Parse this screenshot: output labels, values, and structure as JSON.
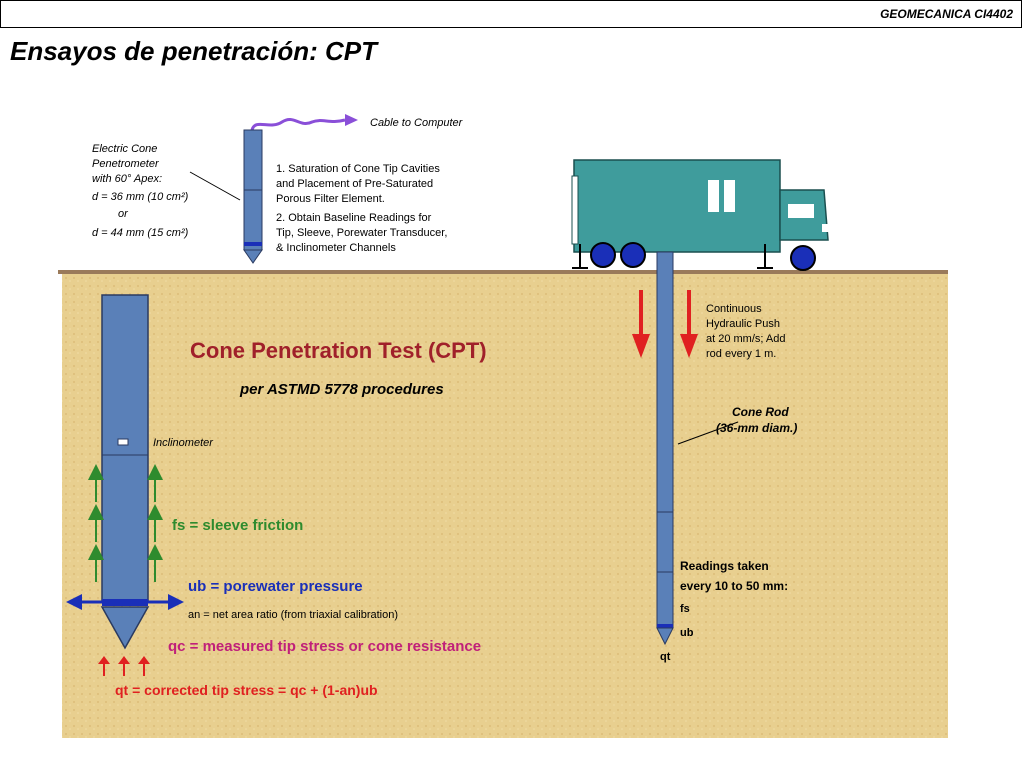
{
  "header": {
    "course": "GEOMECANICA CI4402"
  },
  "slide": {
    "title": "Ensayos de penetración: CPT"
  },
  "diagram": {
    "main_title": "Cone Penetration Test (CPT)",
    "subtitle": "per ASTMD 5778 procedures",
    "cable": "Cable to Computer",
    "cone_desc": [
      "Electric Cone",
      "Penetrometer",
      "with 60° Apex:",
      "d = 36 mm (10 cm²)",
      "or",
      "d = 44 mm (15 cm²)"
    ],
    "steps": [
      "1.  Saturation of Cone Tip Cavities",
      "and Placement of Pre-Saturated",
      "Porous Filter Element.",
      "2.  Obtain Baseline Readings for",
      "Tip, Sleeve, Porewater Transducer,",
      "& Inclinometer Channels"
    ],
    "push": [
      "Continuous",
      "Hydraulic Push",
      "at 20 mm/s; Add",
      "rod every 1 m."
    ],
    "rod": [
      "Cone Rod",
      "(36-mm diam.)"
    ],
    "inclinometer": "Inclinometer",
    "sleeve": "fs = sleeve friction",
    "porewater": "ub = porewater pressure",
    "area_ratio": "an = net area ratio (from triaxial calibration)",
    "tip_stress": "qc = measured tip stress or cone resistance",
    "corrected": "qt = corrected tip stress = qc + (1-an)ub",
    "readings": [
      "Readings taken",
      "every 10 to 50 mm:"
    ],
    "labels": {
      "fs": "fs",
      "ub": "ub",
      "qt": "qt"
    }
  },
  "colors": {
    "soil": "#e8cf8f",
    "rod": "#5a80b8",
    "truck": "#3f9c9c",
    "title_red": "#a0202a",
    "green": "#2e8b2e",
    "blue": "#1a2fb8",
    "magenta": "#c0207a",
    "red": "#e02020"
  }
}
